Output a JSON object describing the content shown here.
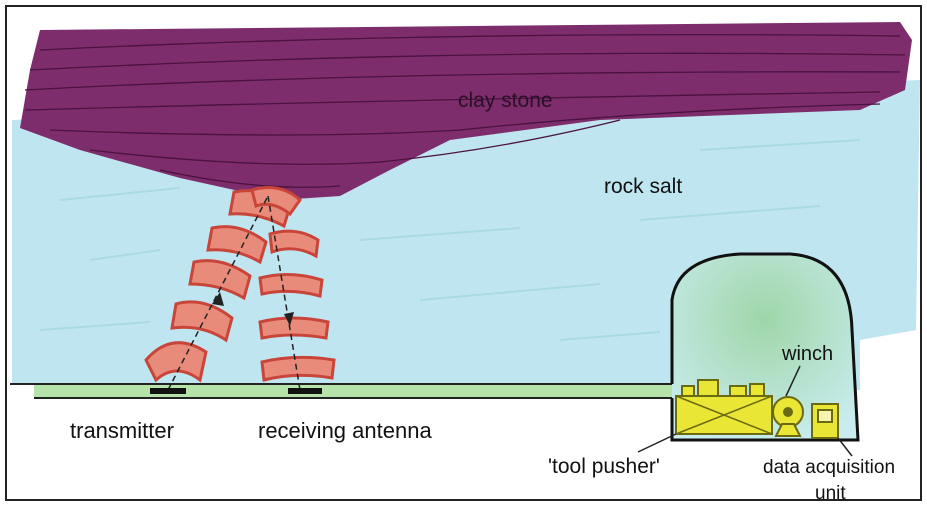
{
  "diagram": {
    "labels": {
      "clay_stone": "clay stone",
      "rock_salt": "rock salt",
      "transmitter": "transmitter",
      "receiving_antenna": "receiving antenna",
      "tool_pusher": "'tool pusher'",
      "winch": "winch",
      "data_acquisition_line1": "data acquisition",
      "data_acquisition_line2": "unit"
    },
    "colors": {
      "clay_stone": "#7e2d6c",
      "rock_salt": "#bfe6f0",
      "wave_fronts": "#c9453a",
      "wave_fill": "#e98b7a",
      "equipment": "#e9e636",
      "gallery": "#cfe7d6",
      "frame": "#222222"
    }
  }
}
